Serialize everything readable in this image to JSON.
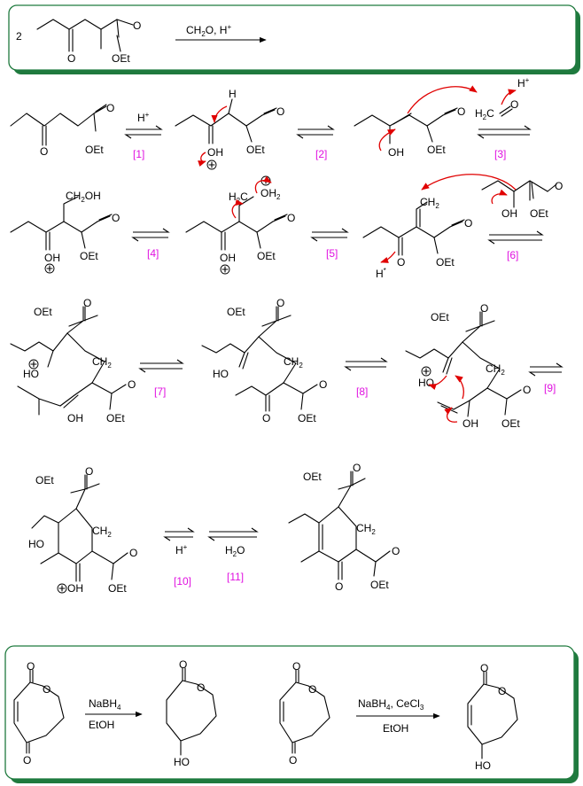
{
  "colors": {
    "box_border": "#1f7a3e",
    "box_shadow": "#1f7a3e",
    "step_label": "#e010e0",
    "electron_arrow": "#e00000"
  },
  "top_box": {
    "coefficient": "2",
    "reagent": "CH",
    "reagent_sub": "2",
    "reagent_rest": "O, H",
    "reagent_sup": "+"
  },
  "labels": {
    "o": "O",
    "oet": "OEt",
    "oh": "OH",
    "h": "H",
    "h2c": "H",
    "c_eq_o": "C",
    "ch2oh": "CH",
    "oh2": "OH",
    "ch2": "CH",
    "ho": "HO",
    "hplus": "H",
    "hstar": "H",
    "plus": "+",
    "star": "*",
    "two": "2"
  },
  "steps": [
    "[1]",
    "[2]",
    "[3]",
    "[4]",
    "[5]",
    "[6]",
    "[7]",
    "[8]",
    "[9]",
    "[10]",
    "[11]"
  ],
  "step1_reagent": "H",
  "step1_sup": "+",
  "step3_hplus": "H",
  "step3_sup": "+",
  "step10_reagent": "H",
  "step10_sup": "+",
  "step11_reagent": "H",
  "step11_sub": "2",
  "step11_rest": "O",
  "bottom_box": {
    "reaction1_reagent": "NaBH",
    "reaction1_sub": "4",
    "reaction1_solvent": "EtOH",
    "reaction2_reagent": "NaBH",
    "reaction2_sub": "4",
    "reaction2_mid": ", CeCl",
    "reaction2_sub2": "3",
    "reaction2_solvent": "EtOH"
  }
}
